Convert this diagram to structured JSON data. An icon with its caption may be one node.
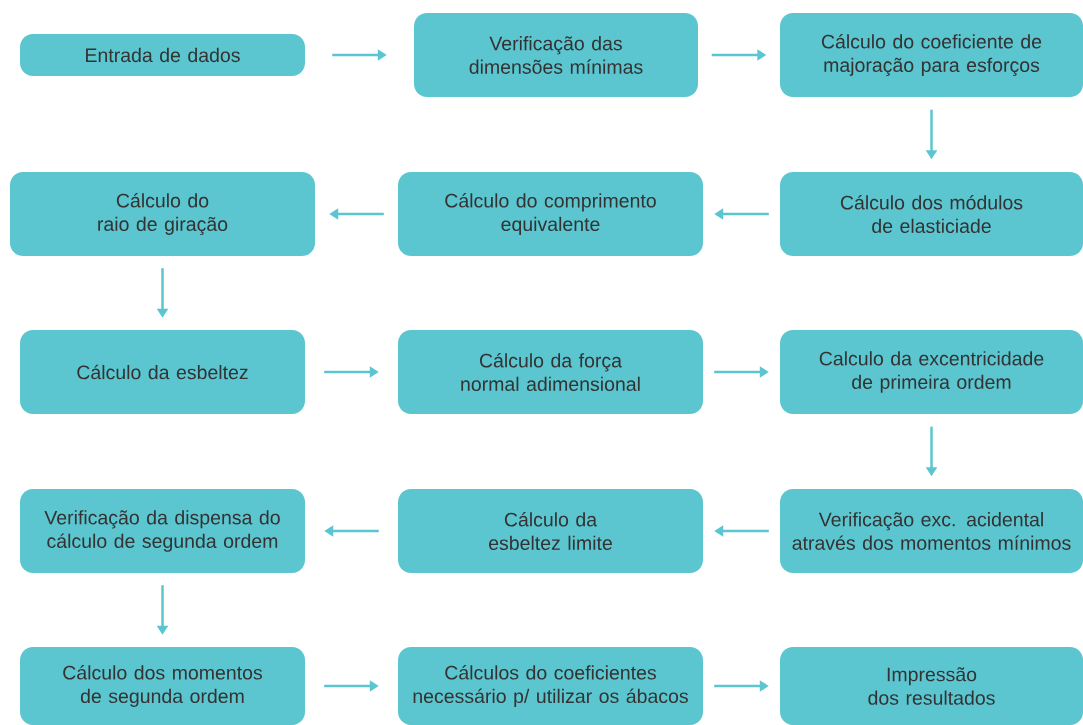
{
  "diagram": {
    "nodes": [
      {
        "text": [
          "Entrada de dados"
        ]
      },
      {
        "text": [
          "Verificação das dimensões mínimas"
        ]
      },
      {
        "text": [
          "Cálculo do coeficiente de majoração para esforços"
        ]
      },
      {
        "text": [
          "Cálculo dos módulos de elasticiade"
        ]
      },
      {
        "text": [
          "Cálculo do comprimento equivalente"
        ]
      },
      {
        "text": [
          "Cálculo do raio de giração"
        ]
      },
      {
        "text": [
          "Cálculo da esbeltez"
        ]
      },
      {
        "text": [
          "Cálculo da força normal adimensional"
        ]
      },
      {
        "text": [
          "Calculo da excentricidade de primeira ordem"
        ]
      },
      {
        "text": [
          "Verificação exc. acidental através dos momentos mínimos"
        ]
      },
      {
        "text": [
          "Cálculo da esbeltez limite"
        ]
      },
      {
        "text": [
          "Verificação da dispensa do cálculo de segunda ordem"
        ]
      },
      {
        "text": [
          "Cálculo dos momentos de segunda ordem"
        ]
      },
      {
        "text": [
          "Cálculos do coeficientes necessário p/ utilizar os ábacos"
        ]
      },
      {
        "text": [
          "Impressão dos resultados"
        ]
      }
    ],
    "edges": [
      {
        "from": 0,
        "to": 1,
        "arrow": "to"
      },
      {
        "from": 1,
        "to": 2,
        "arrow": "to"
      },
      {
        "from": 2,
        "to": 3,
        "arrow": "to"
      },
      {
        "from": 3,
        "to": 4,
        "arrow": "to"
      },
      {
        "from": 4,
        "to": 5,
        "arrow": "to"
      },
      {
        "from": 5,
        "to": 6,
        "arrow": "to"
      },
      {
        "from": 6,
        "to": 7,
        "arrow": "to"
      },
      {
        "from": 7,
        "to": 8,
        "arrow": "to"
      },
      {
        "from": 8,
        "to": 9,
        "arrow": "to"
      },
      {
        "from": 9,
        "to": 10,
        "arrow": "to"
      },
      {
        "from": 10,
        "to": 11,
        "arrow": "to"
      },
      {
        "from": 11,
        "to": 12,
        "arrow": "to"
      },
      {
        "from": 12,
        "to": 13,
        "arrow": "to"
      },
      {
        "from": 13,
        "to": 14,
        "arrow": "to"
      }
    ]
  }
}
